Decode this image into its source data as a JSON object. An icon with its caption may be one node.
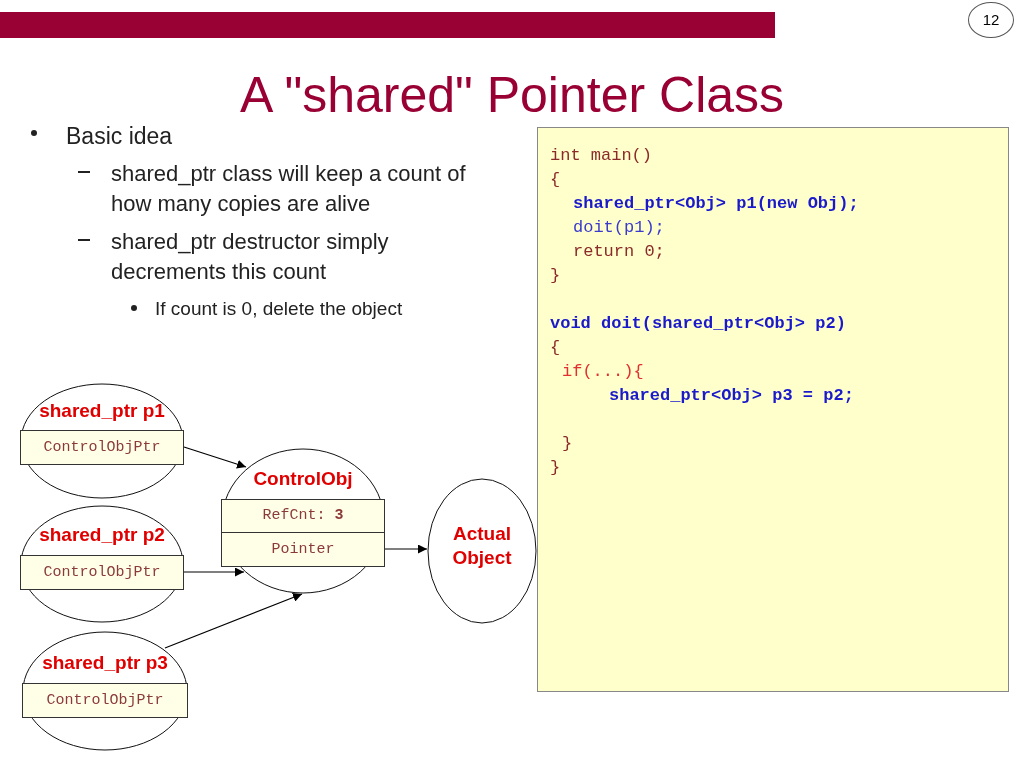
{
  "diagram": {
    "title": "A \"shared\" Pointer Class",
    "nodes": [
      {
        "text": [
          "shared_ptr p1"
        ]
      },
      {
        "text": [
          "ControlObjPtr"
        ],
        "in": 0
      },
      {
        "text": [
          "shared_ptr p2"
        ]
      },
      {
        "text": [
          "ControlObjPtr"
        ],
        "in": 2
      },
      {
        "text": [
          "shared_ptr p3"
        ]
      },
      {
        "text": [
          "ControlObjPtr"
        ],
        "in": 4
      },
      {
        "text": [
          "ControlObj"
        ]
      },
      {
        "text": [
          "RefCnt: **3**"
        ],
        "in": 6
      },
      {
        "text": [
          "Pointer"
        ],
        "in": 6
      },
      {
        "text": [
          "Actual Object"
        ]
      },
      {
        "text": [
          "int main()",
          "{",
          "shared_ptr<Obj> p1(new Obj);",
          "doit(p1);",
          "return 0;",
          "}",
          "void doit(shared_ptr<Obj> p2)",
          "{",
          "if(...){",
          "shared_ptr<Obj> p3 = p2;",
          "}",
          "}"
        ]
      }
    ],
    "edges": [
      {
        "from": 1,
        "to": 6,
        "arrow": "to"
      },
      {
        "from": 3,
        "to": 6,
        "arrow": "to"
      },
      {
        "from": 4,
        "to": 6,
        "arrow": "to"
      },
      {
        "from": 8,
        "to": 9,
        "arrow": "to"
      }
    ],
    "labels": [
      "12",
      "Basic idea",
      "shared_ptr class will keep a count of how many copies are alive",
      "shared_ptr destructor simply decrements this count",
      "If count is 0, delete the object"
    ]
  }
}
